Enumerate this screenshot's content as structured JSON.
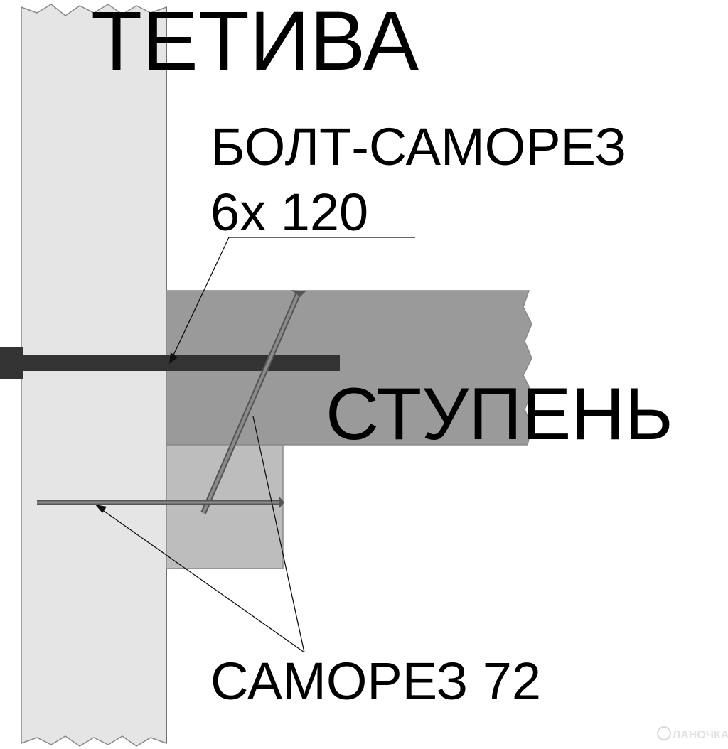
{
  "labels": {
    "stringer": "ТЕТИВА",
    "bolt_screw_line1": "БОЛТ-САМОРЕЗ",
    "bolt_screw_line2": "6х 120",
    "step": "СТУПЕНЬ",
    "wood_screw": "САМОРЕЗ 72"
  },
  "watermark": "ЛАНОЧКА",
  "colors": {
    "stringer": "#e5e5e5",
    "step": "#9a9a9a",
    "support_block": "#bdbdbd",
    "bolt": "#333333",
    "screw": "#7a7a7a",
    "text": "#000000"
  }
}
